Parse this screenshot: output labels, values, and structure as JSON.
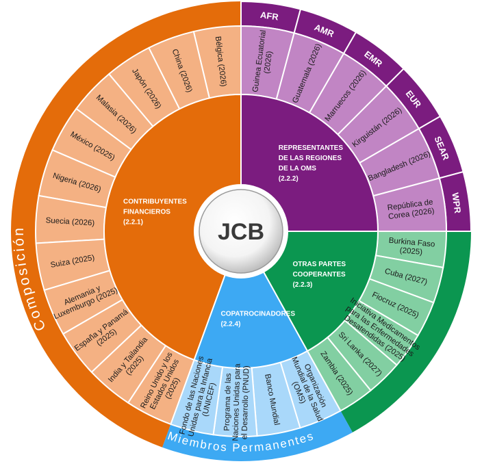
{
  "hub": "JCB",
  "outer_labels": {
    "composicion": "Composición",
    "miembros": "Miembros Permanentes"
  },
  "colors": {
    "orange": "#E46C0A",
    "orange_light": "#F4B183",
    "purple": "#7B1C7F",
    "purple_light": "#C185C4",
    "green": "#0B9650",
    "green_light": "#82CFA2",
    "blue": "#3DA9F3",
    "blue_light": "#A9D8FA"
  },
  "groups": [
    {
      "key": "contribuyentes",
      "lines": [
        "CONTRIBUYENTES",
        "FINANCIEROS",
        "(2.2.1)"
      ],
      "members": [
        [
          "Bélgica (2026)"
        ],
        [
          "China (2026)"
        ],
        [
          "Japón (2026)"
        ],
        [
          "Malasia (2026)"
        ],
        [
          "México (2025)"
        ],
        [
          "Nigeria (2026)"
        ],
        [
          "Suecia (2026)"
        ],
        [
          "Suiza (2025)"
        ],
        [
          "Alemania y",
          "Luxemburgo (2025)"
        ],
        [
          "España y Panamá",
          "(2025)"
        ],
        [
          "India y Tailandia",
          "(2025)"
        ],
        [
          "Reino Unido y los",
          "Estados Unidos",
          "(2025)"
        ]
      ]
    },
    {
      "key": "representantes",
      "lines": [
        "REPRESENTANTES",
        "DE LAS REGIONES",
        "DE LA OMS",
        "(2.2.2)"
      ],
      "members": [
        [
          "Guinea Ecuatorial",
          "(2026)"
        ],
        [
          "Guatemala (2026)"
        ],
        [
          "Marruecos (2026)"
        ],
        [
          "Kirguistán (2026)"
        ],
        [
          "Bangladesh (2026)"
        ],
        [
          "República de",
          "Corea (2026)"
        ]
      ],
      "regions": [
        "AFR",
        "AMR",
        "EMR",
        "EUR",
        "SEAR",
        "WPR"
      ]
    },
    {
      "key": "otras",
      "lines": [
        "OTRAS PARTES",
        "COOPERANTES",
        "(2.2.3)"
      ],
      "members": [
        [
          "Burkina Faso",
          "(2025)"
        ],
        [
          "Cuba (2027)"
        ],
        [
          "Fiocruz (2025)"
        ],
        [
          "Iniciativa Medicamentos",
          "para las Enfermedades",
          "Desatendidas (2025)"
        ],
        [
          "Sri Lanka (2027)"
        ],
        [
          "Zambia (2025)"
        ]
      ]
    },
    {
      "key": "copatrocinadores",
      "lines": [
        "COPATROCINADORES",
        "(2.2.4)"
      ],
      "members": [
        [
          "Organización",
          "Mundial de la Salud",
          "(OMS)"
        ],
        [
          "Banco Mundial"
        ],
        [
          "Programa de las",
          "Naciones Unidas para",
          "el Desarrollo (PNUD)"
        ],
        [
          "Fondo de las Naciones",
          "Unidas para la Infancia",
          "(UNICEF)"
        ]
      ]
    }
  ]
}
